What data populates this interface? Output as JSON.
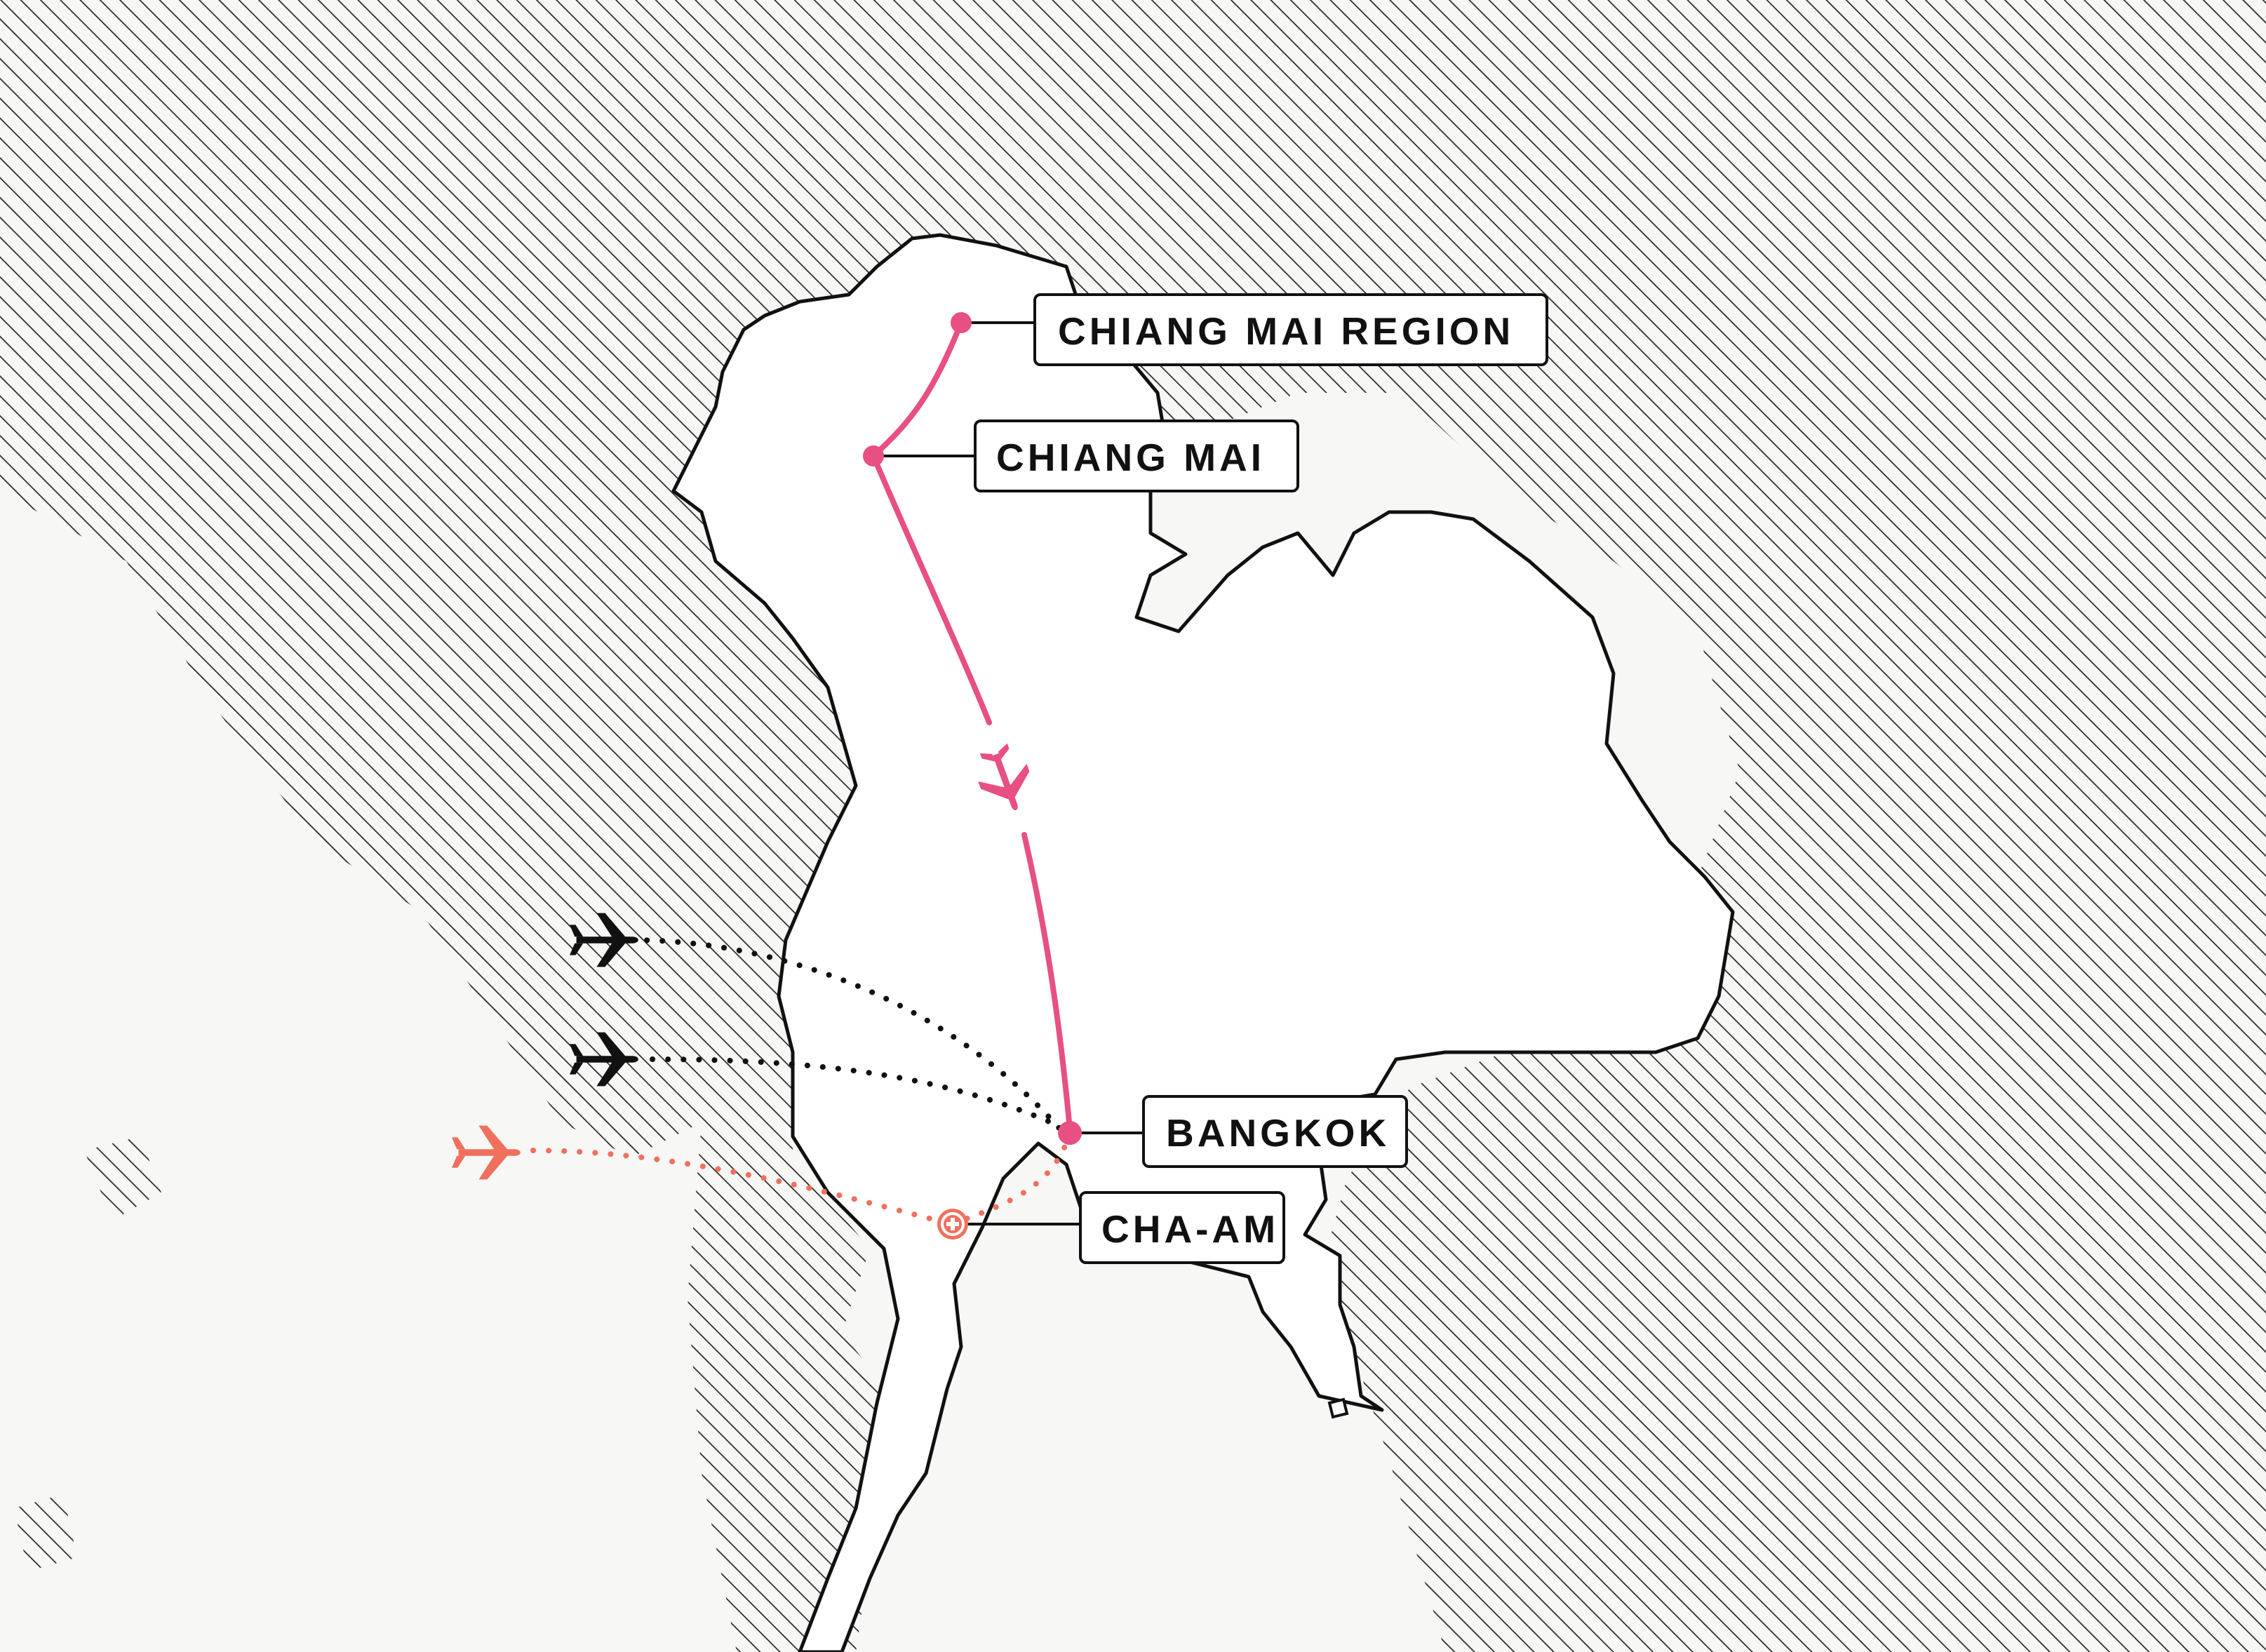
{
  "map": {
    "colors": {
      "sea": "#f7f7f5",
      "hatched_land": "#2b2b2b",
      "thailand_fill": "#ffffff",
      "border": "#111111",
      "route": "#e84f82",
      "inbound_flight": "#f0705e",
      "other_flight": "#111111"
    },
    "places": [
      {
        "id": "chiang-mai-region",
        "label": "CHIANG MAI REGION",
        "marker": "dot"
      },
      {
        "id": "chiang-mai",
        "label": "CHIANG MAI",
        "marker": "dot"
      },
      {
        "id": "bangkok",
        "label": "BANGKOK",
        "marker": "dot"
      },
      {
        "id": "cha-am",
        "label": "CHA-AM",
        "marker": "hospital-cross-icon"
      }
    ],
    "routes": [
      {
        "from": "chiang-mai-region",
        "to": "chiang-mai",
        "style": "solid"
      },
      {
        "from": "chiang-mai",
        "to": "bangkok",
        "style": "solid",
        "mode": "flight"
      },
      {
        "from": "bangkok",
        "to": "cha-am",
        "style": "dotted"
      }
    ],
    "icons": [
      "airplane-icon",
      "hospital-cross-icon"
    ]
  }
}
